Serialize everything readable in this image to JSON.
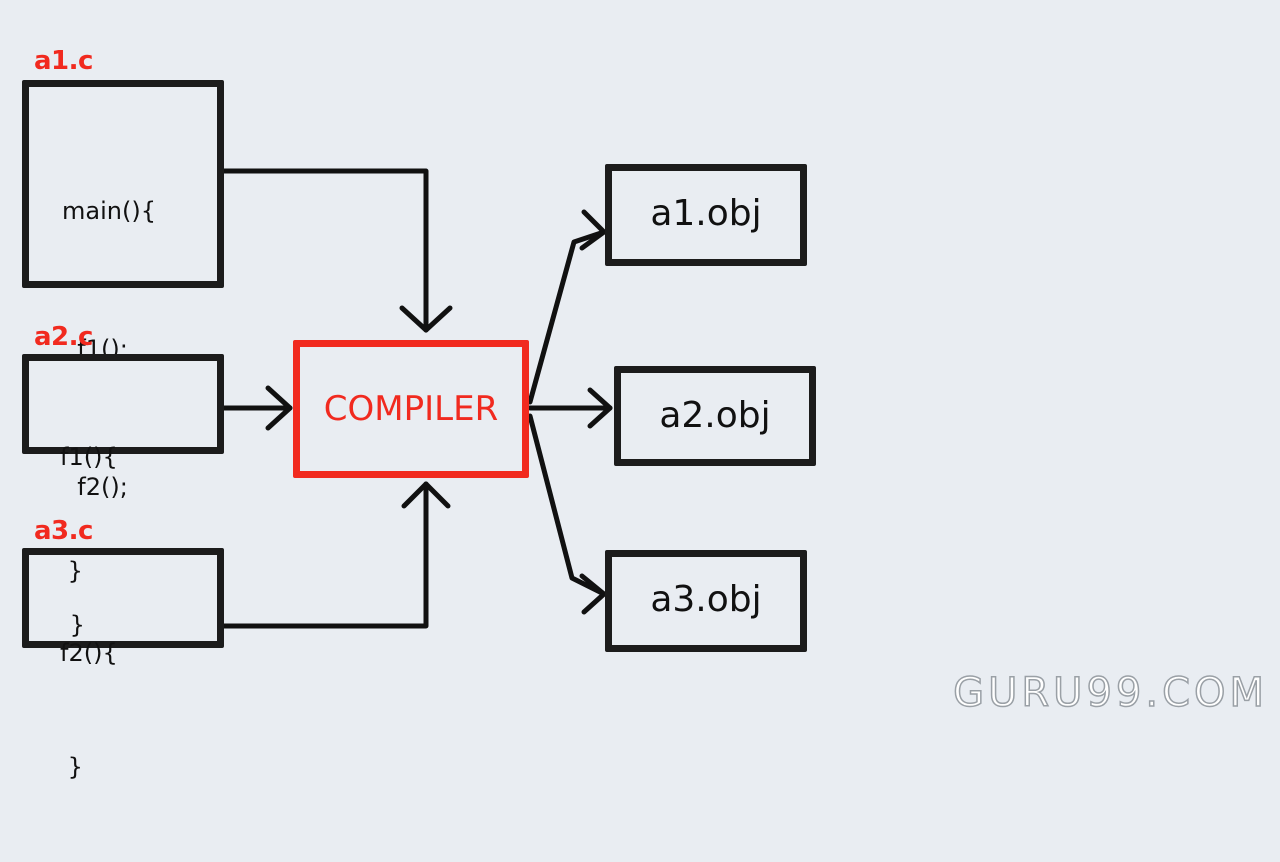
{
  "sources": [
    {
      "file": "a1.c",
      "code": [
        "main(){",
        "  f1();",
        "  f2();",
        " }"
      ]
    },
    {
      "file": "a2.c",
      "code": [
        "f1(){",
        " }"
      ]
    },
    {
      "file": "a3.c",
      "code": [
        "f2(){",
        " }"
      ]
    }
  ],
  "compiler": {
    "label": "COMPILER"
  },
  "outputs": [
    {
      "label": "a1.obj"
    },
    {
      "label": "a2.obj"
    },
    {
      "label": "a3.obj"
    }
  ],
  "watermark": "GURU99.COM",
  "colors": {
    "background": "#e9edf2",
    "accent_red": "#f12a1f",
    "ink": "#1c1c1c"
  }
}
